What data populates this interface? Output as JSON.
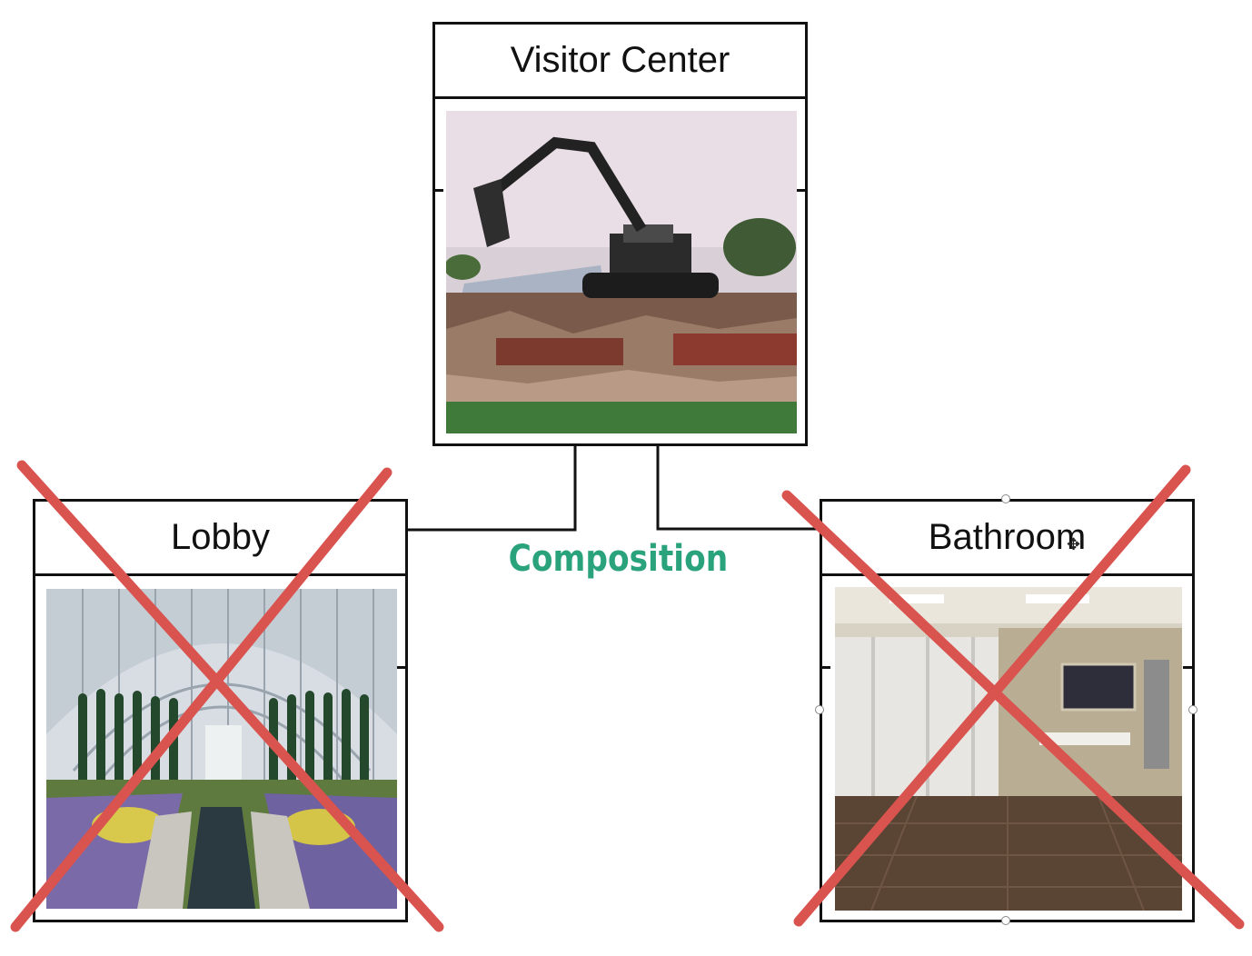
{
  "diagram": {
    "nodes": [
      {
        "id": "visitor-center",
        "title": "Visitor Center",
        "photo": "excavator-demolition-photo",
        "crossed_out": false
      },
      {
        "id": "lobby",
        "title": "Lobby",
        "photo": "greenhouse-conservatory-photo",
        "crossed_out": true
      },
      {
        "id": "bathroom",
        "title": "Bathroom",
        "photo": "restroom-interior-photo",
        "crossed_out": true
      }
    ],
    "relationship": {
      "label": "Composition",
      "from": "visitor-center",
      "to": [
        "lobby",
        "bathroom"
      ]
    }
  },
  "colors": {
    "cross": "#d9534f",
    "relationship_label": "#2aa37c",
    "box_border": "#111111"
  }
}
